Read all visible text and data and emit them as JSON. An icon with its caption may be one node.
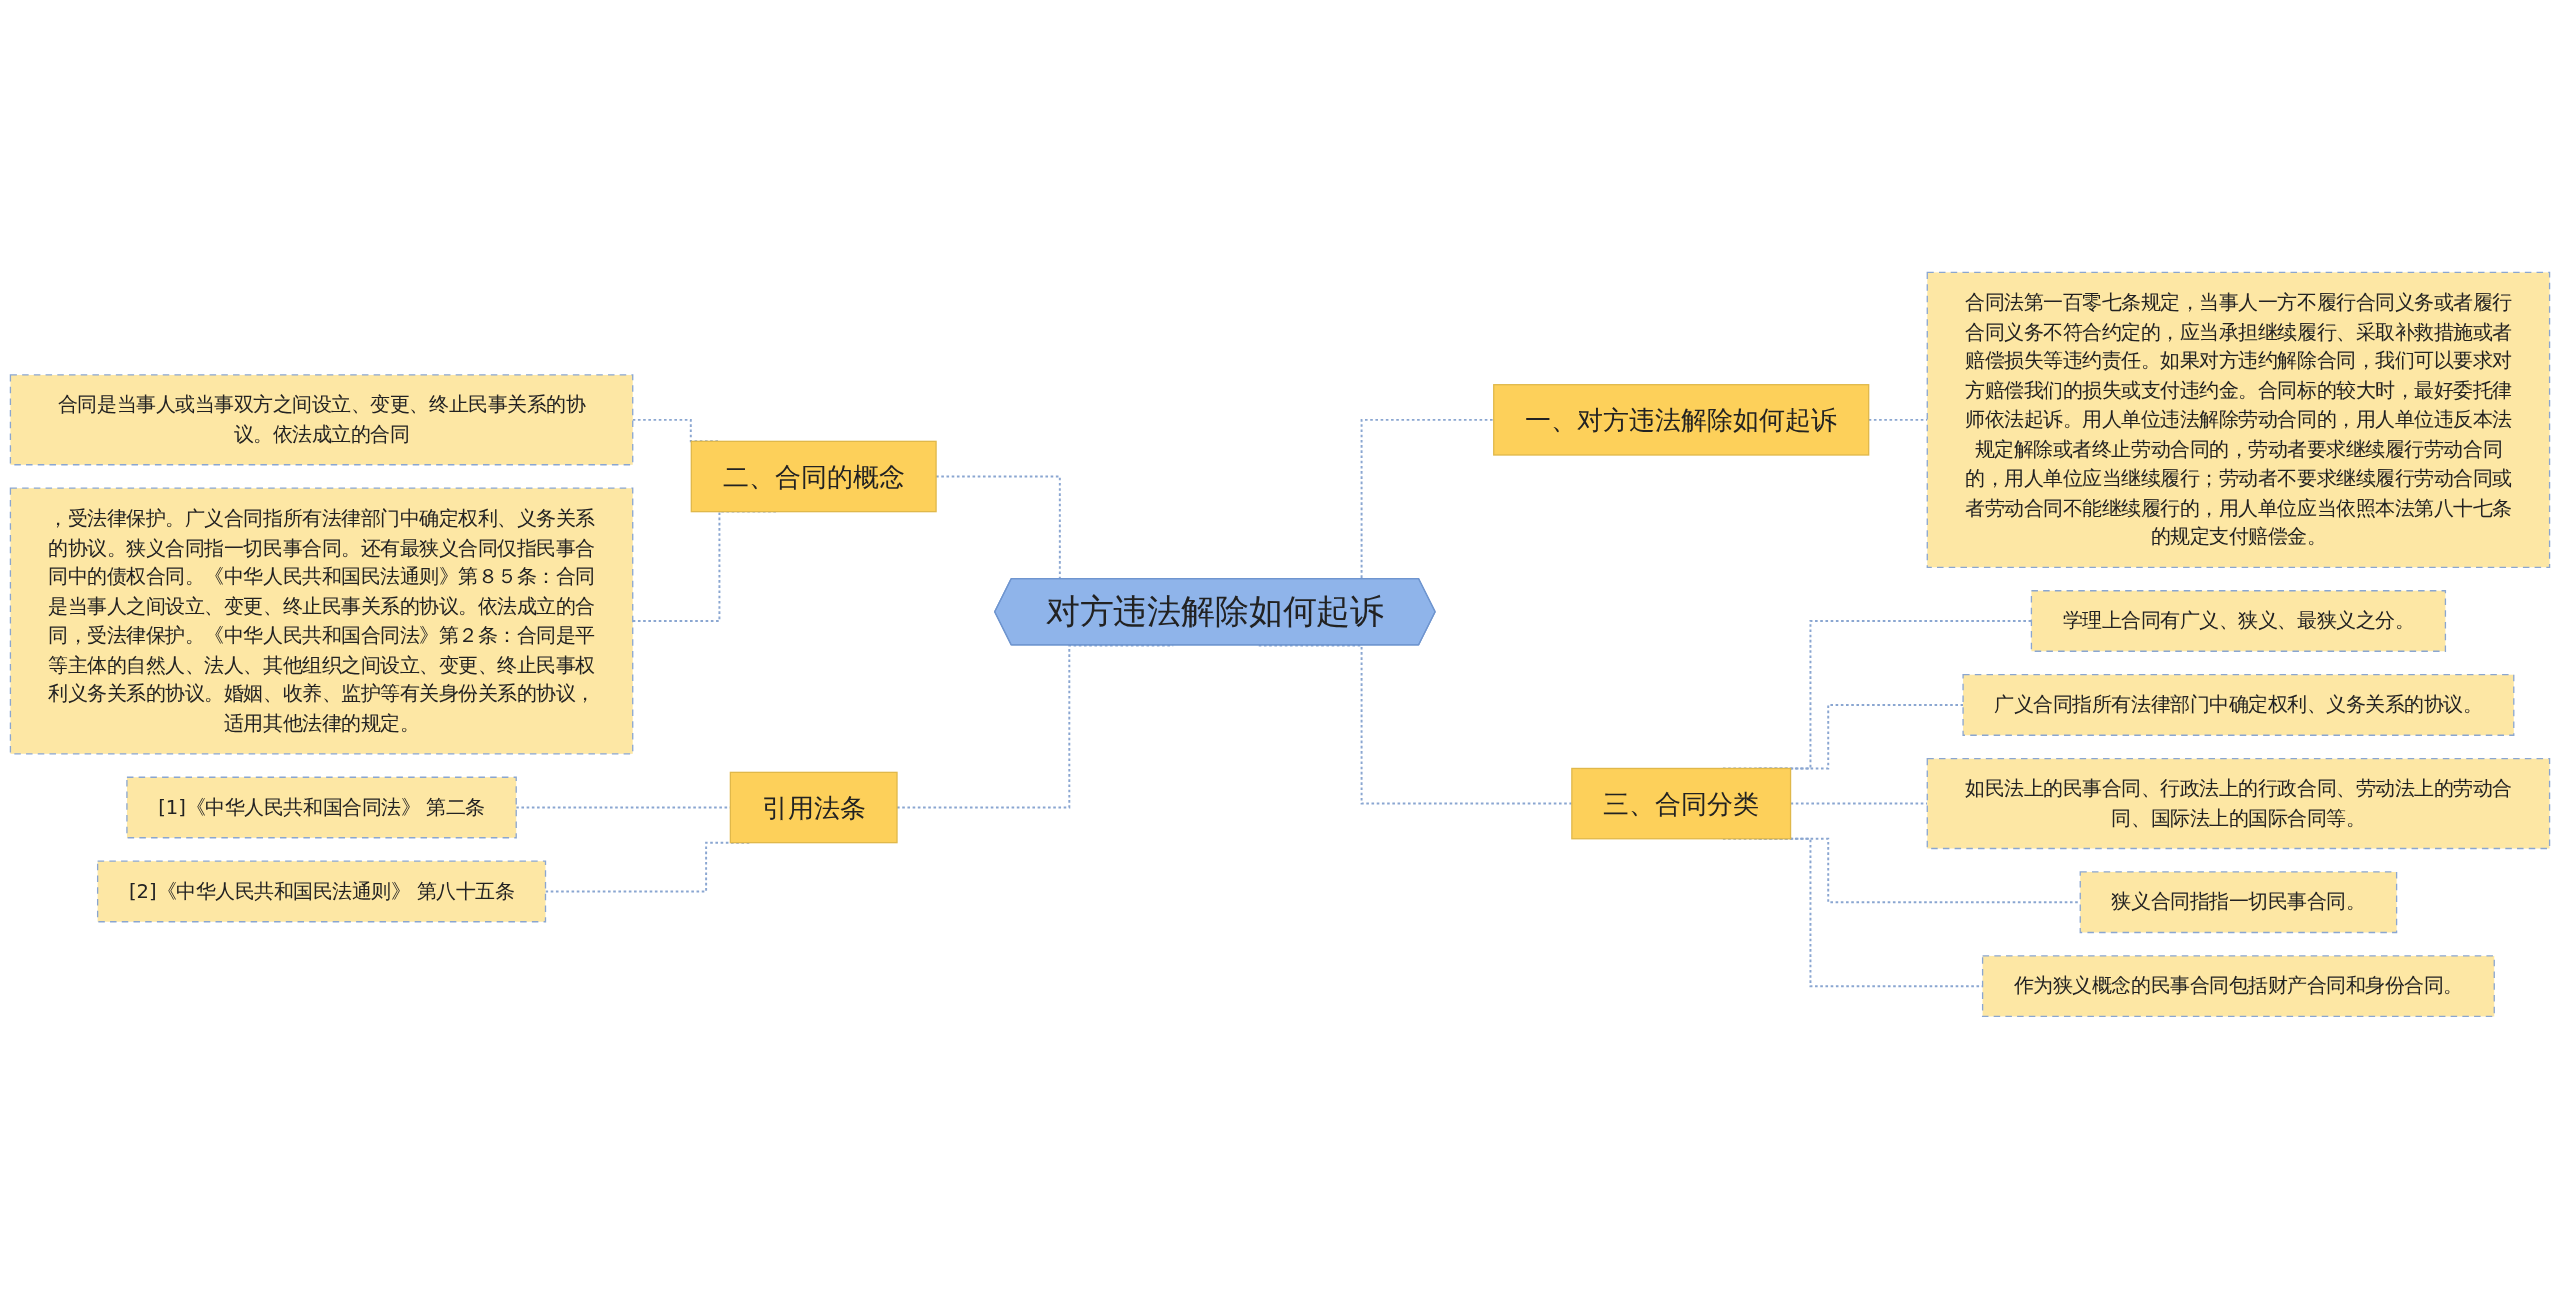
{
  "diagram": {
    "nodes": [
      {
        "text": [
          "对方违法解除如何起诉"
        ]
      },
      {
        "text": [
          "二、合同的概念"
        ]
      },
      {
        "text": [
          "合同是当事人或当事双方之间设立、变更、终止民事关系的协议。依法成立的合同"
        ]
      },
      {
        "text": [
          "，受法律保护。广义合同指所有法律部门中确定权利、义务关系的协议。狭义合同指一切民事合同。还有最狭义合同仅指民事合同中的债权合同。《中华人民共和国民法通则》第８５条：合同是当事人之间设立、变更、终止民事关系的协议。依法成立的合同，受法律保护。《中华人民共和国合同法》第２条：合同是平等主体的自然人、法人、其他组织之间设立、变更、终止民事权利义务关系的协议。婚姻、收养、监护等有关身份关系的协议，适用其他法律的规定。"
        ]
      },
      {
        "text": [
          "引用法条"
        ]
      },
      {
        "text": [
          "[1]《中华人民共和国合同法》 第二条"
        ]
      },
      {
        "text": [
          "[2]《中华人民共和国民法通则》 第八十五条"
        ]
      },
      {
        "text": [
          "一、对方违法解除如何起诉"
        ]
      },
      {
        "text": [
          "合同法第一百零七条规定，当事人一方不履行合同义务或者履行合同义务不符合约定的，应当承担继续履行、采取补救措施或者赔偿损失等违约责任。如果对方违约解除合同，我们可以要求对方赔偿我们的损失或支付违约金。合同标的较大时，最好委托律师依法起诉。用人单位违法解除劳动合同的，用人单位违反本法规定解除或者终止劳动合同的，劳动者要求继续履行劳动合同的，用人单位应当继续履行；劳动者不要求继续履行劳动合同或者劳动合同不能继续履行的，用人单位应当依照本法第八十七条的规定支付赔偿金。"
        ]
      },
      {
        "text": [
          "三、合同分类"
        ]
      },
      {
        "text": [
          "学理上合同有广义、狭义、最狭义之分。"
        ]
      },
      {
        "text": [
          "广义合同指所有法律部门中确定权利、义务关系的协议。"
        ]
      },
      {
        "text": [
          "如民法上的民事合同、行政法上的行政合同、劳动法上的劳动合同、国际法上的国际合同等。"
        ]
      },
      {
        "text": [
          "狭义合同指指一切民事合同。"
        ]
      },
      {
        "text": [
          "作为狭义概念的民事合同包括财产合同和身份合同。"
        ]
      }
    ],
    "edges": [
      {
        "from": 0,
        "to": 1,
        "arrow": "none",
        "style": "dashed"
      },
      {
        "from": 1,
        "to": 2,
        "arrow": "none",
        "style": "dashed"
      },
      {
        "from": 1,
        "to": 3,
        "arrow": "none",
        "style": "dashed"
      },
      {
        "from": 0,
        "to": 4,
        "arrow": "none",
        "style": "dashed"
      },
      {
        "from": 4,
        "to": 5,
        "arrow": "none",
        "style": "dashed"
      },
      {
        "from": 4,
        "to": 6,
        "arrow": "none",
        "style": "dashed"
      },
      {
        "from": 0,
        "to": 7,
        "arrow": "none",
        "style": "dashed"
      },
      {
        "from": 7,
        "to": 8,
        "arrow": "none",
        "style": "dashed"
      },
      {
        "from": 0,
        "to": 9,
        "arrow": "none",
        "style": "dashed"
      },
      {
        "from": 9,
        "to": 10,
        "arrow": "none",
        "style": "dashed"
      },
      {
        "from": 9,
        "to": 11,
        "arrow": "none",
        "style": "dashed"
      },
      {
        "from": 9,
        "to": 12,
        "arrow": "none",
        "style": "dashed"
      },
      {
        "from": 9,
        "to": 13,
        "arrow": "none",
        "style": "dashed"
      },
      {
        "from": 9,
        "to": 14,
        "arrow": "none",
        "style": "dashed"
      }
    ]
  }
}
